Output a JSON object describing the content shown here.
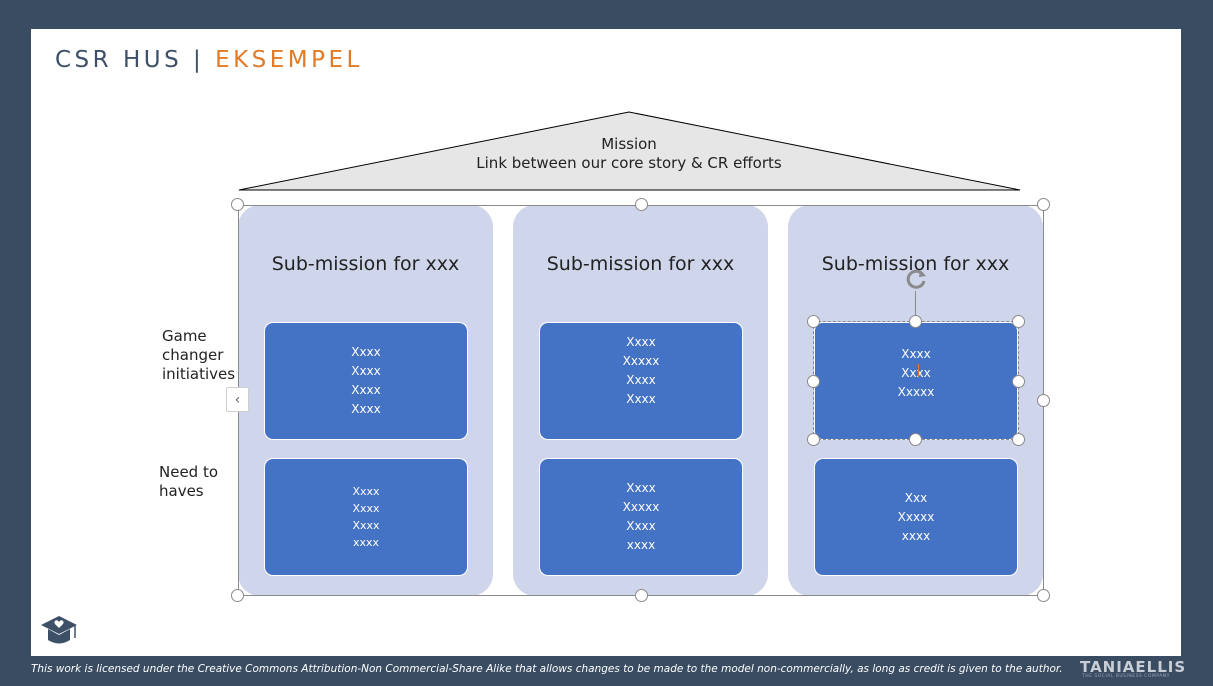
{
  "slide": {
    "title_main": "CSR HUS | ",
    "title_accent": "EKSEMPEL",
    "title_accent_color": "#e07b28",
    "roof": {
      "line1": "Mission",
      "line2": "Link between our core story & CR efforts"
    },
    "row_labels": {
      "game_changer": [
        "Game",
        "changer",
        "initiatives"
      ],
      "need_to_haves": [
        "Need to",
        "haves"
      ]
    },
    "pillars": [
      {
        "title": "Sub-mission for xxx",
        "top_box": [
          "Xxxx",
          "Xxxx",
          "Xxxx",
          "Xxxx"
        ],
        "bottom_box": [
          "Xxxx",
          "Xxxx",
          "Xxxx",
          "xxxx"
        ]
      },
      {
        "title": "Sub-mission for xxx",
        "top_box": [
          "Xxxx",
          "Xxxxx",
          "Xxxx",
          "Xxxx"
        ],
        "bottom_box": [
          "Xxxx",
          "Xxxxx",
          "Xxxx",
          "xxxx"
        ]
      },
      {
        "title": "Sub-mission for xxx",
        "top_box": [
          "Xxxx",
          "Xxxx",
          "Xxxxx"
        ],
        "bottom_box": [
          "Xxx",
          "Xxxxx",
          "xxxx"
        ]
      }
    ]
  },
  "footer": {
    "license": "This work is licensed under the Creative Commons Attribution-Non Commercial-Share Alike that allows changes to be made to the model non-commercially, as long as credit is given to the author.",
    "brand": "TANIAELLIS",
    "brand_sub": "THE SOCIAL BUSINESS COMPANY"
  },
  "colors": {
    "frame": "#394c62",
    "pillar": "#cfd5ea",
    "box": "#4472c4",
    "roof": "#e6e6e6"
  },
  "icons": {
    "collapse": "chevron-left-icon",
    "rotate": "rotate-icon",
    "logo": "graduation-cap-heart-icon"
  }
}
